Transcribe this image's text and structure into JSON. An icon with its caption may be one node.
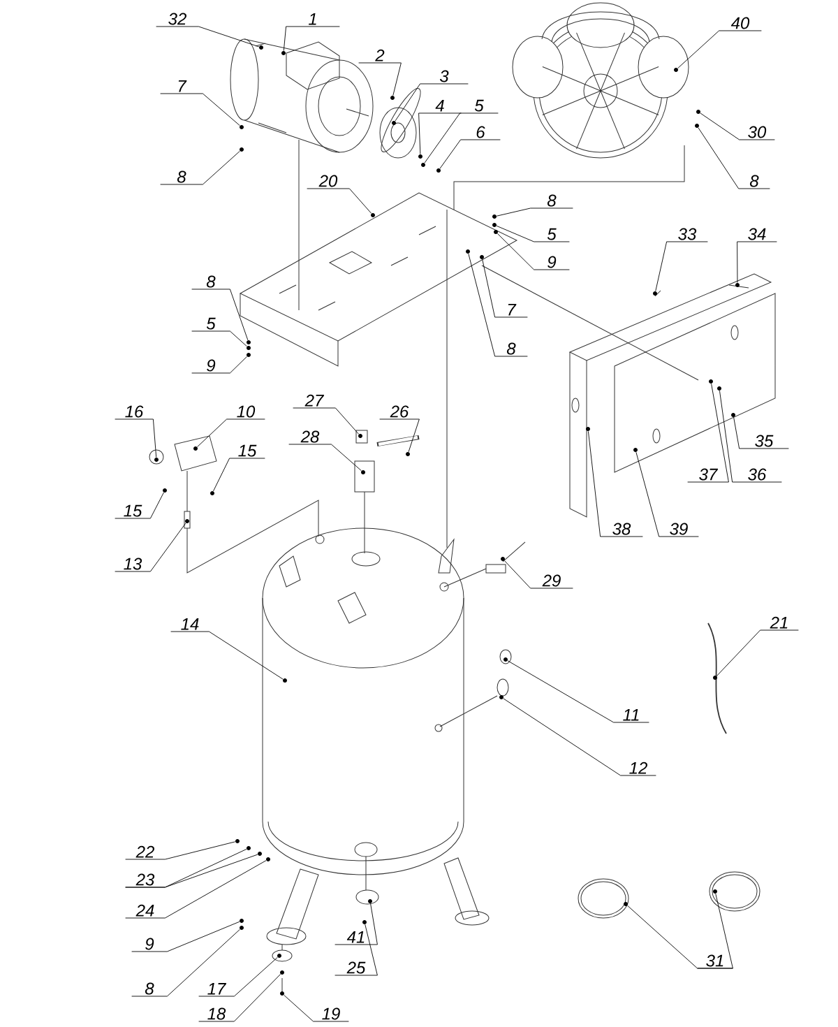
{
  "diagram": {
    "nodes": [
      {
        "text": [
          "32"
        ]
      },
      {
        "text": [
          "1"
        ]
      },
      {
        "text": [
          "40"
        ]
      },
      {
        "text": [
          "2"
        ]
      },
      {
        "text": [
          "3"
        ]
      },
      {
        "text": [
          "7"
        ]
      },
      {
        "text": [
          "4"
        ]
      },
      {
        "text": [
          "5"
        ]
      },
      {
        "text": [
          "6"
        ]
      },
      {
        "text": [
          "30"
        ]
      },
      {
        "text": [
          "8"
        ]
      },
      {
        "text": [
          "20"
        ]
      },
      {
        "text": [
          "8"
        ]
      },
      {
        "text": [
          "8"
        ]
      },
      {
        "text": [
          "5"
        ]
      },
      {
        "text": [
          "33"
        ]
      },
      {
        "text": [
          "34"
        ]
      },
      {
        "text": [
          "9"
        ]
      },
      {
        "text": [
          "8"
        ]
      },
      {
        "text": [
          "7"
        ]
      },
      {
        "text": [
          "5"
        ]
      },
      {
        "text": [
          "8"
        ]
      },
      {
        "text": [
          "9"
        ]
      },
      {
        "text": [
          "27"
        ]
      },
      {
        "text": [
          "16"
        ]
      },
      {
        "text": [
          "10"
        ]
      },
      {
        "text": [
          "26"
        ]
      },
      {
        "text": [
          "28"
        ]
      },
      {
        "text": [
          "15"
        ]
      },
      {
        "text": [
          "35"
        ]
      },
      {
        "text": [
          "37"
        ]
      },
      {
        "text": [
          "36"
        ]
      },
      {
        "text": [
          "15"
        ]
      },
      {
        "text": [
          "38"
        ]
      },
      {
        "text": [
          "39"
        ]
      },
      {
        "text": [
          "13"
        ]
      },
      {
        "text": [
          "29"
        ]
      },
      {
        "text": [
          "21"
        ]
      },
      {
        "text": [
          "14"
        ]
      },
      {
        "text": [
          "11"
        ]
      },
      {
        "text": [
          "12"
        ]
      },
      {
        "text": [
          "22"
        ]
      },
      {
        "text": [
          "23"
        ]
      },
      {
        "text": [
          "24"
        ]
      },
      {
        "text": [
          "41"
        ]
      },
      {
        "text": [
          "9"
        ]
      },
      {
        "text": [
          "25"
        ]
      },
      {
        "text": [
          "31"
        ]
      },
      {
        "text": [
          "8"
        ]
      },
      {
        "text": [
          "17"
        ]
      },
      {
        "text": [
          "18"
        ]
      },
      {
        "text": [
          "19"
        ]
      },
      {
        "text": [],
        "shape": "circle"
      },
      {
        "text": [],
        "shape": "circle"
      },
      {
        "text": [],
        "shape": "circle"
      },
      {
        "text": [],
        "shape": "circle"
      },
      {
        "text": [],
        "shape": "circle"
      },
      {
        "text": [],
        "shape": "circle"
      },
      {
        "text": [],
        "shape": "circle"
      },
      {
        "text": [],
        "shape": "circle"
      },
      {
        "text": [],
        "shape": "circle"
      },
      {
        "text": [],
        "shape": "circle"
      },
      {
        "text": [],
        "shape": "circle"
      },
      {
        "text": [],
        "shape": "circle"
      },
      {
        "text": [],
        "shape": "circle"
      },
      {
        "text": [],
        "shape": "circle"
      },
      {
        "text": [],
        "shape": "circle"
      },
      {
        "text": [],
        "shape": "circle"
      },
      {
        "text": [],
        "shape": "circle"
      },
      {
        "text": [],
        "shape": "circle"
      },
      {
        "text": [],
        "shape": "circle"
      },
      {
        "text": [],
        "shape": "circle"
      },
      {
        "text": [],
        "shape": "circle"
      },
      {
        "text": [],
        "shape": "circle"
      },
      {
        "text": [],
        "shape": "circle"
      },
      {
        "text": [],
        "shape": "circle"
      },
      {
        "text": [],
        "shape": "circle"
      },
      {
        "text": [],
        "shape": "circle"
      },
      {
        "text": [],
        "shape": "circle"
      },
      {
        "text": [],
        "shape": "circle"
      },
      {
        "text": [],
        "shape": "circle"
      },
      {
        "text": [],
        "shape": "circle"
      },
      {
        "text": [],
        "shape": "circle"
      },
      {
        "text": [],
        "shape": "circle"
      },
      {
        "text": [],
        "shape": "circle"
      },
      {
        "text": [],
        "shape": "circle"
      },
      {
        "text": [],
        "shape": "circle"
      },
      {
        "text": [],
        "shape": "circle"
      },
      {
        "text": [],
        "shape": "circle"
      },
      {
        "text": [],
        "shape": "circle"
      },
      {
        "text": [],
        "shape": "circle"
      },
      {
        "text": [],
        "shape": "circle"
      },
      {
        "text": [],
        "shape": "circle"
      },
      {
        "text": [],
        "shape": "circle"
      },
      {
        "text": [],
        "shape": "circle"
      },
      {
        "text": [],
        "shape": "circle"
      },
      {
        "text": [],
        "shape": "circle"
      },
      {
        "text": [],
        "shape": "circle"
      },
      {
        "text": [],
        "shape": "circle"
      },
      {
        "text": [],
        "shape": "circle"
      },
      {
        "text": [],
        "shape": "circle"
      },
      {
        "text": [],
        "shape": "circle"
      },
      {
        "text": [],
        "shape": "circle"
      },
      {
        "text": [],
        "shape": "circle"
      },
      {
        "text": [],
        "shape": "circle"
      },
      {
        "text": [],
        "shape": "circle"
      }
    ],
    "edges": [
      {
        "from": 0,
        "to": 52,
        "arrow": "none"
      },
      {
        "from": 1,
        "to": 53,
        "arrow": "none"
      },
      {
        "from": 2,
        "to": 54,
        "arrow": "none"
      },
      {
        "from": 3,
        "to": 55,
        "arrow": "none"
      },
      {
        "from": 4,
        "to": 56,
        "arrow": "none"
      },
      {
        "from": 5,
        "to": 57,
        "arrow": "none"
      },
      {
        "from": 6,
        "to": 58,
        "arrow": "none"
      },
      {
        "from": 7,
        "to": 59,
        "arrow": "none"
      },
      {
        "from": 8,
        "to": 60,
        "arrow": "none"
      },
      {
        "from": 9,
        "to": 61,
        "arrow": "none"
      },
      {
        "from": 10,
        "to": 62,
        "arrow": "none"
      },
      {
        "from": 11,
        "to": 63,
        "arrow": "none"
      },
      {
        "from": 12,
        "to": 64,
        "arrow": "none"
      },
      {
        "from": 13,
        "to": 65,
        "arrow": "none"
      },
      {
        "from": 14,
        "to": 66,
        "arrow": "none"
      },
      {
        "from": 15,
        "to": 67,
        "arrow": "none"
      },
      {
        "from": 16,
        "to": 68,
        "arrow": "none"
      },
      {
        "from": 17,
        "to": 69,
        "arrow": "none"
      },
      {
        "from": 18,
        "to": 70,
        "arrow": "none"
      },
      {
        "from": 19,
        "to": 71,
        "arrow": "none"
      },
      {
        "from": 20,
        "to": 72,
        "arrow": "none"
      },
      {
        "from": 21,
        "to": 73,
        "arrow": "none"
      },
      {
        "from": 22,
        "to": 74,
        "arrow": "none"
      },
      {
        "from": 23,
        "to": 75,
        "arrow": "none"
      },
      {
        "from": 24,
        "to": 76,
        "arrow": "none"
      },
      {
        "from": 25,
        "to": 77,
        "arrow": "none"
      },
      {
        "from": 26,
        "to": 78,
        "arrow": "none"
      },
      {
        "from": 27,
        "to": 79,
        "arrow": "none"
      },
      {
        "from": 28,
        "to": 80,
        "arrow": "none"
      },
      {
        "from": 29,
        "to": 81,
        "arrow": "none"
      },
      {
        "from": 30,
        "to": 82,
        "arrow": "none"
      },
      {
        "from": 31,
        "to": 83,
        "arrow": "none"
      },
      {
        "from": 32,
        "to": 84,
        "arrow": "none"
      },
      {
        "from": 33,
        "to": 85,
        "arrow": "none"
      },
      {
        "from": 34,
        "to": 86,
        "arrow": "none"
      },
      {
        "from": 35,
        "to": 87,
        "arrow": "none"
      },
      {
        "from": 36,
        "to": 88,
        "arrow": "none"
      },
      {
        "from": 37,
        "to": 89,
        "arrow": "none"
      },
      {
        "from": 38,
        "to": 90,
        "arrow": "none"
      },
      {
        "from": 39,
        "to": 91,
        "arrow": "none"
      },
      {
        "from": 40,
        "to": 92,
        "arrow": "none"
      },
      {
        "from": 41,
        "to": 93,
        "arrow": "none"
      },
      {
        "from": 42,
        "to": 94,
        "arrow": "none"
      },
      {
        "from": 42,
        "to": 95,
        "arrow": "none"
      },
      {
        "from": 43,
        "to": 96,
        "arrow": "none"
      },
      {
        "from": 44,
        "to": 97,
        "arrow": "none"
      },
      {
        "from": 45,
        "to": 98,
        "arrow": "none"
      },
      {
        "from": 46,
        "to": 99,
        "arrow": "none"
      },
      {
        "from": 47,
        "to": 100,
        "arrow": "none"
      },
      {
        "from": 47,
        "to": 101,
        "arrow": "none"
      },
      {
        "from": 48,
        "to": 102,
        "arrow": "none"
      },
      {
        "from": 49,
        "to": 103,
        "arrow": "none"
      },
      {
        "from": 50,
        "to": 104,
        "arrow": "none"
      },
      {
        "from": 51,
        "to": 105,
        "arrow": "none"
      }
    ]
  }
}
